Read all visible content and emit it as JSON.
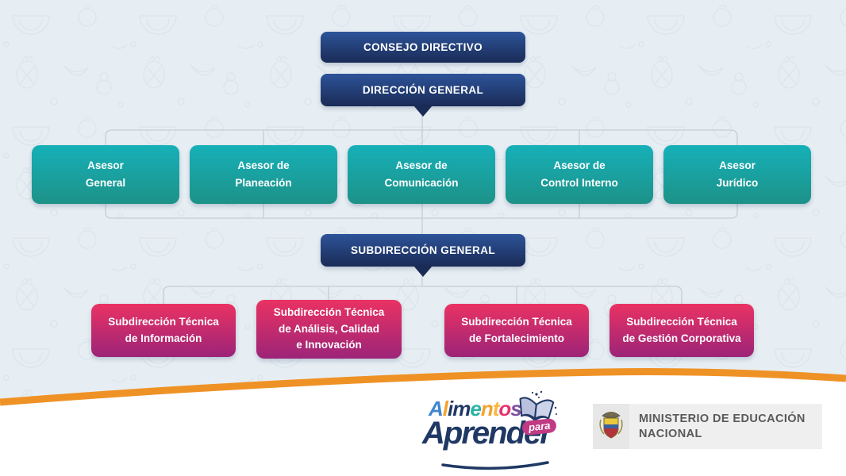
{
  "org_chart": {
    "top_boxes": [
      {
        "label": "CONSEJO DIRECTIVO"
      },
      {
        "label": "DIRECCIÓN GENERAL"
      },
      {
        "label": "SUBDIRECCIÓN GENERAL"
      }
    ],
    "asesores": [
      {
        "label": "Asesor\nGeneral"
      },
      {
        "label": "Asesor de\nPlaneación"
      },
      {
        "label": "Asesor de\nComunicación"
      },
      {
        "label": "Asesor de\nControl Interno"
      },
      {
        "label": "Asesor\nJurídico"
      }
    ],
    "subdirecciones": [
      {
        "label": "Subdirección Técnica\nde Información"
      },
      {
        "label": "Subdirección Técnica\nde Análisis, Calidad\ne Innovación"
      },
      {
        "label": "Subdirección Técnica\nde Fortalecimiento"
      },
      {
        "label": "Subdirección Técnica\nde Gestión Corporativa"
      }
    ]
  },
  "footer": {
    "program_logo": {
      "word_top_letters": [
        {
          "ch": "A",
          "color": "#3f87cf"
        },
        {
          "ch": "l",
          "color": "#f5a22e"
        },
        {
          "ch": "i",
          "color": "#1f3864"
        },
        {
          "ch": "m",
          "color": "#1f3864"
        },
        {
          "ch": "e",
          "color": "#29b3a5"
        },
        {
          "ch": "n",
          "color": "#f5a22e"
        },
        {
          "ch": "t",
          "color": "#f6b93f"
        },
        {
          "ch": "o",
          "color": "#e8336e"
        },
        {
          "ch": "s",
          "color": "#7d4fa0"
        }
      ],
      "para_label": "para",
      "word_bottom": "Aprender"
    },
    "ministry": {
      "line1": "MINISTERIO DE EDUCACIÓN",
      "line2": "NACIONAL"
    }
  },
  "colors": {
    "background": "#e7eef3",
    "pattern_stroke": "#d7e2ea",
    "navy_top": "#2d5499",
    "navy_bottom": "#1a2b56",
    "teal_top": "#16b0b8",
    "teal_bottom": "#1d9288",
    "magenta_top": "#ea3263",
    "magenta_bottom": "#9c2478",
    "connector": "#c3ced8",
    "band_orange": "#ef9226",
    "logo_navy": "#1f3864",
    "para_badge": "#c13a84",
    "ministry_text": "#58595b"
  }
}
